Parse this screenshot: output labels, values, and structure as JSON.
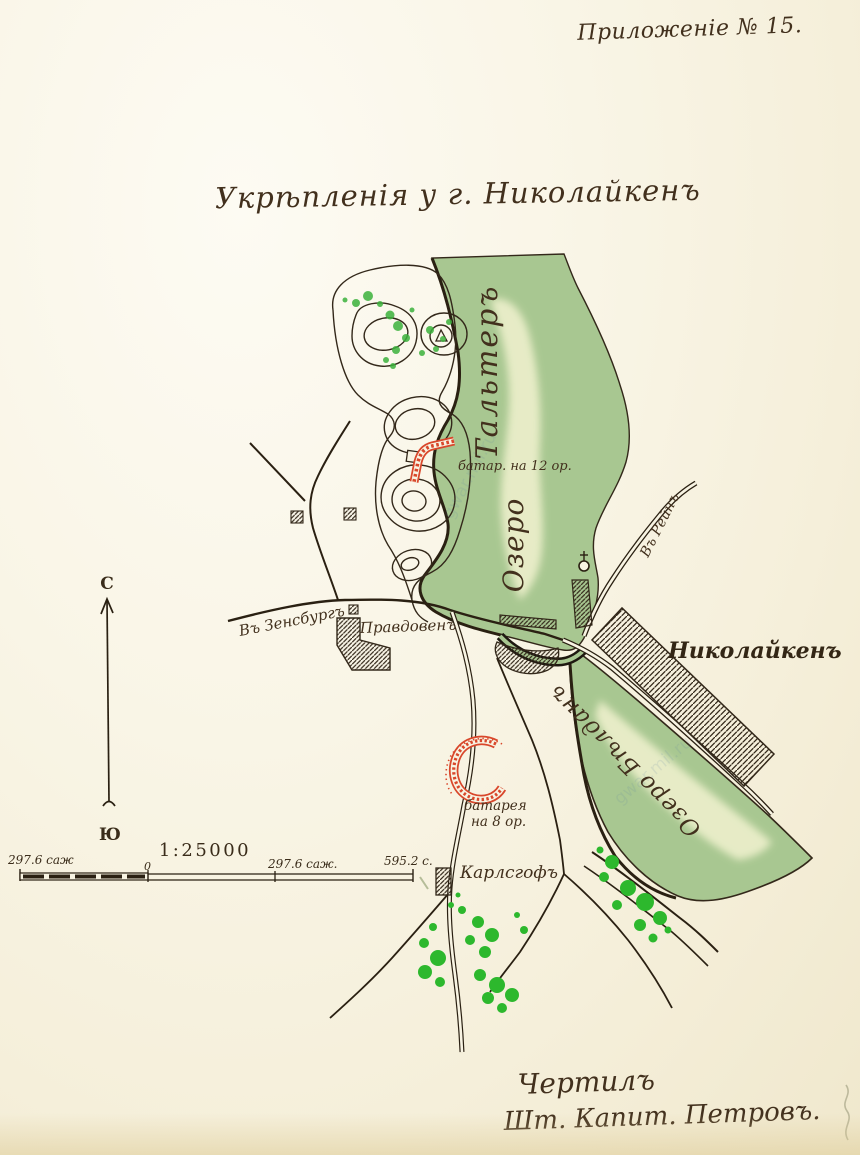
{
  "page": {
    "appendix_label": "Приложеніе № 15.",
    "title": "Укрѣпленія у г. Николайкенъ",
    "signature_line1": "Чертилъ",
    "signature_line2": "Шт. Капит. Петровъ.",
    "watermark": "gwar.mil.ru"
  },
  "map": {
    "labels": {
      "lake_upper_word1": "Озеро",
      "lake_upper_word2": "Тальтеръ",
      "lake_lower": "Озеро Бѣлданъ",
      "town": "Николайкенъ",
      "village_prawdowen": "Правдовенъ",
      "village_karlshof": "Карлсгофъ",
      "road_sensburg": "Въ Зенсбургъ",
      "road_rhein": "Въ Рейнъ",
      "battery12": "батар. на 12 ор.",
      "battery8_line1": "батарея",
      "battery8_line2": "на 8 ор."
    },
    "compass": {
      "north": "С",
      "south": "Ю"
    },
    "scale": {
      "ratio": "1:25000",
      "left_label": "297.6 саж",
      "zero_label": "0",
      "mid_label": "297.6 саж.",
      "right_label": "595.2 с."
    },
    "colors": {
      "paper": "#f8f4e3",
      "ink": "#33281a",
      "lake_green": "#a8c791",
      "lake_light": "#eef0cc",
      "tree_green": "#2db82d",
      "battery_red": "#d9472b"
    }
  }
}
